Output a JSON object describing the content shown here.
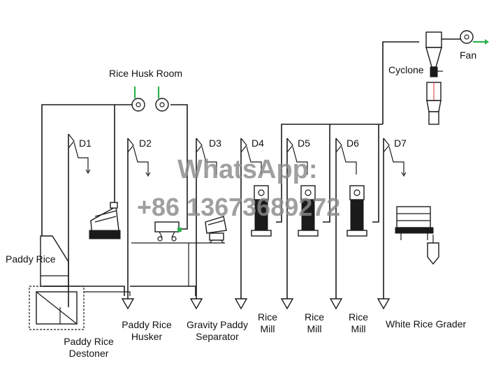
{
  "labels": {
    "rice_husk_room": "Rice Husk Room",
    "cyclone": "Cyclone",
    "fan": "Fan",
    "paddy_rice": "Paddy Rice",
    "paddy_rice_destoner": "Paddy Rice\nDestoner",
    "paddy_rice_husker": "Paddy Rice\nHusker",
    "gravity_paddy_separator": "Gravity Paddy\nSeparator",
    "rice_mill_1": "Rice\nMill",
    "rice_mill_2": "Rice\nMill",
    "rice_mill_3": "Rice\nMill",
    "white_rice_grader": "White Rice Grader"
  },
  "elevators": [
    "D1",
    "D2",
    "D3",
    "D4",
    "D5",
    "D6",
    "D7"
  ],
  "watermark": {
    "line1": "WhatsApp:",
    "line2": "+86 13673689272"
  },
  "colors": {
    "line": "#1a1a1a",
    "accent": "#2bb24c",
    "watermark": "#8a8a8a"
  }
}
